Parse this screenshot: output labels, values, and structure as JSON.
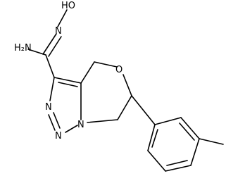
{
  "molecule": {
    "atoms": {
      "hydroxyl": "HO",
      "oxime_n": "N",
      "amine": "H₂N",
      "ring_o": "O",
      "triazole_n1": "N",
      "triazole_n2": "N",
      "triazole_n3": "N"
    }
  }
}
